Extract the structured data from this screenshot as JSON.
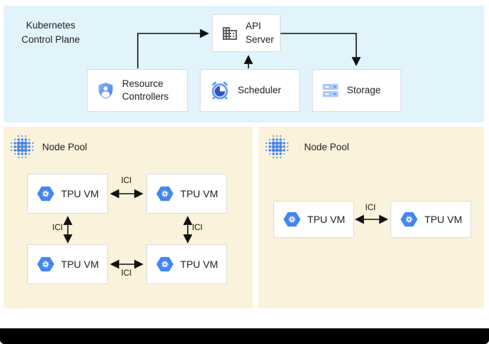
{
  "header": {
    "title": "Kubernetes Control Plane"
  },
  "control_plane": {
    "api_server": "API Server",
    "resource_controllers": "Resource Controllers",
    "scheduler": "Scheduler",
    "storage": "Storage"
  },
  "pools": [
    {
      "title": "Node Pool",
      "vms": [
        {
          "label": "TPU VM"
        },
        {
          "label": "TPU VM"
        },
        {
          "label": "TPU VM"
        },
        {
          "label": "TPU VM"
        }
      ],
      "links": [
        {
          "label": "ICI"
        },
        {
          "label": "ICI"
        },
        {
          "label": "ICI"
        },
        {
          "label": "ICI"
        }
      ]
    },
    {
      "title": "Node Pool",
      "vms": [
        {
          "label": "TPU VM"
        },
        {
          "label": "TPU VM"
        }
      ],
      "links": [
        {
          "label": "ICI"
        }
      ]
    }
  ],
  "colors": {
    "control_plane_bg": "#e1f3fb",
    "node_pool_bg": "#fbf2db",
    "accent_blue": "#4285f4",
    "light_blue": "#a8c7fa",
    "icon_gray": "#5f6368",
    "arrow_black": "#111111"
  }
}
